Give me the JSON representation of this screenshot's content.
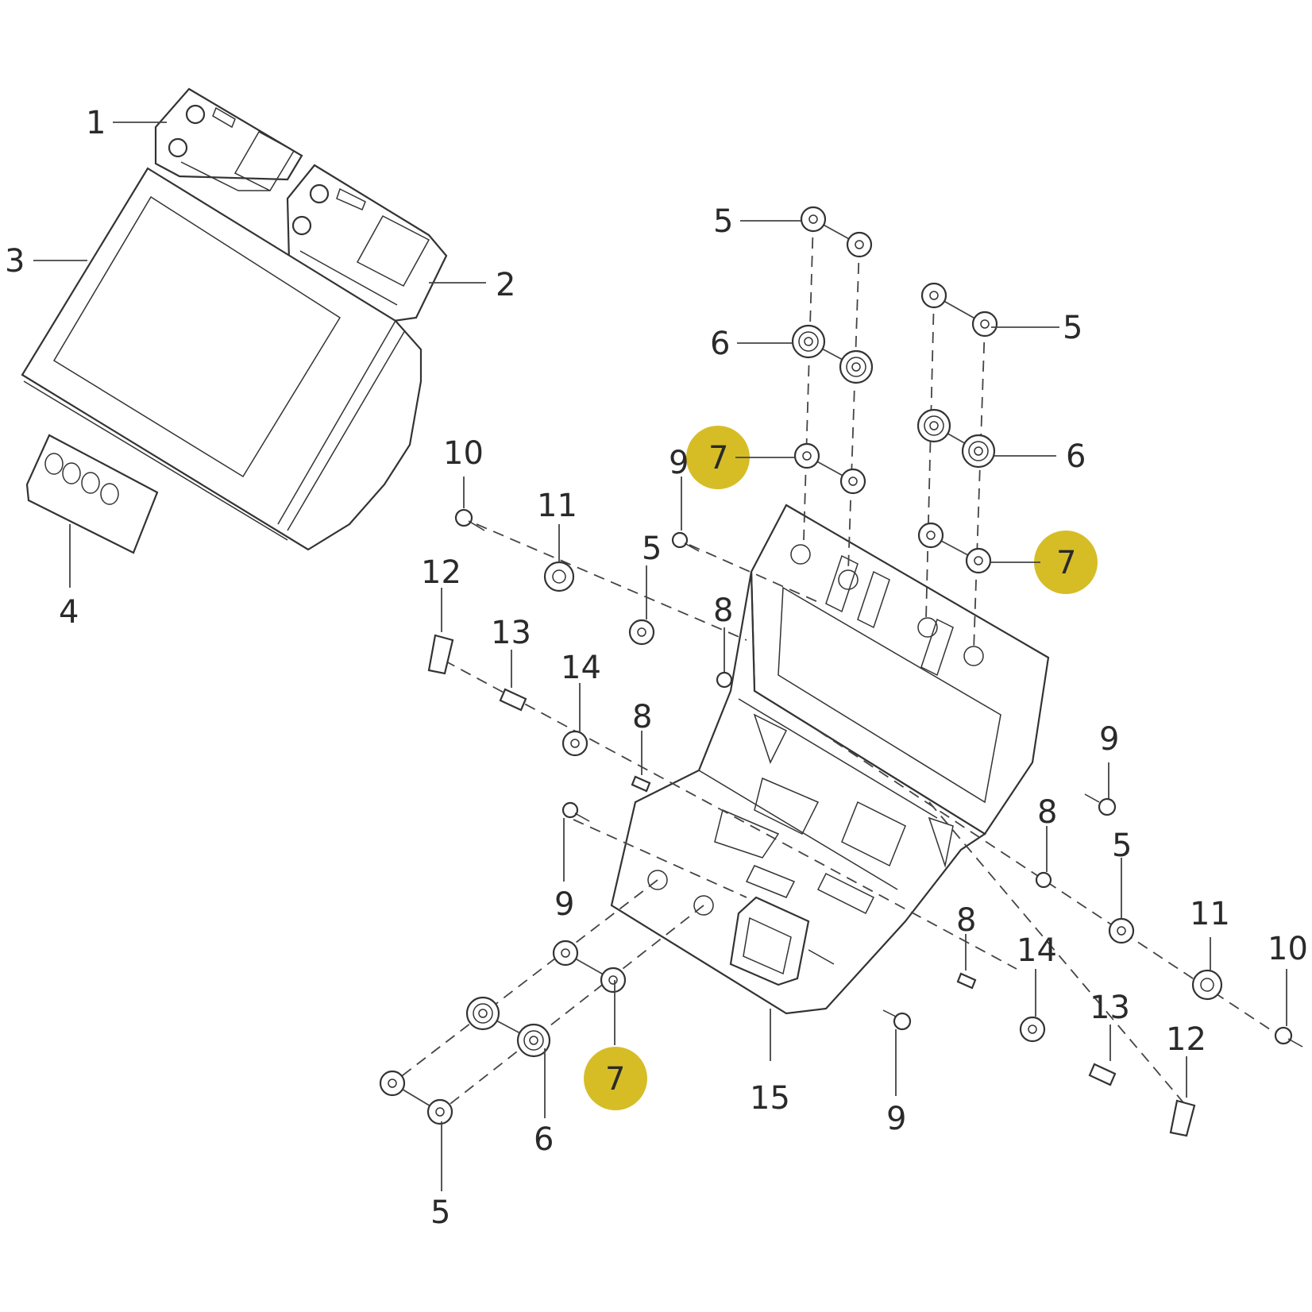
{
  "diagram": {
    "type": "exploded parts diagram",
    "highlight_color": "#D4B91A",
    "line_color": "#333333",
    "callouts": [
      {
        "id": "c1",
        "label": "1"
      },
      {
        "id": "c2",
        "label": "2"
      },
      {
        "id": "c3",
        "label": "3"
      },
      {
        "id": "c4",
        "label": "4"
      },
      {
        "id": "c5a",
        "label": "5"
      },
      {
        "id": "c5b",
        "label": "5"
      },
      {
        "id": "c5c",
        "label": "5"
      },
      {
        "id": "c5d",
        "label": "5"
      },
      {
        "id": "c5e",
        "label": "5"
      },
      {
        "id": "c6a",
        "label": "6"
      },
      {
        "id": "c6b",
        "label": "6"
      },
      {
        "id": "c6c",
        "label": "6"
      },
      {
        "id": "c7a",
        "label": "7",
        "highlighted": true
      },
      {
        "id": "c7b",
        "label": "7",
        "highlighted": true
      },
      {
        "id": "c7c",
        "label": "7",
        "highlighted": true
      },
      {
        "id": "c8a",
        "label": "8"
      },
      {
        "id": "c8b",
        "label": "8"
      },
      {
        "id": "c8c",
        "label": "8"
      },
      {
        "id": "c8d",
        "label": "8"
      },
      {
        "id": "c9a",
        "label": "9"
      },
      {
        "id": "c9b",
        "label": "9"
      },
      {
        "id": "c9c",
        "label": "9"
      },
      {
        "id": "c9d",
        "label": "9"
      },
      {
        "id": "c10a",
        "label": "10"
      },
      {
        "id": "c10b",
        "label": "10"
      },
      {
        "id": "c11a",
        "label": "11"
      },
      {
        "id": "c11b",
        "label": "11"
      },
      {
        "id": "c12a",
        "label": "12"
      },
      {
        "id": "c12b",
        "label": "12"
      },
      {
        "id": "c13a",
        "label": "13"
      },
      {
        "id": "c13b",
        "label": "13"
      },
      {
        "id": "c14a",
        "label": "14"
      },
      {
        "id": "c14b",
        "label": "14"
      },
      {
        "id": "c15",
        "label": "15"
      }
    ]
  }
}
